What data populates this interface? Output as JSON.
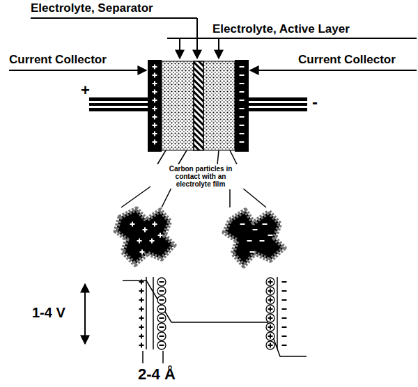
{
  "diagram": {
    "labels": [
      "Electrolyte, Separator",
      "Electrolyte, Active Layer",
      "Current Collector",
      "Current Collector",
      "+",
      "-",
      "Carbon particles in contact with an electrolyte film",
      "1-4 V",
      "2-4 Å"
    ]
  }
}
